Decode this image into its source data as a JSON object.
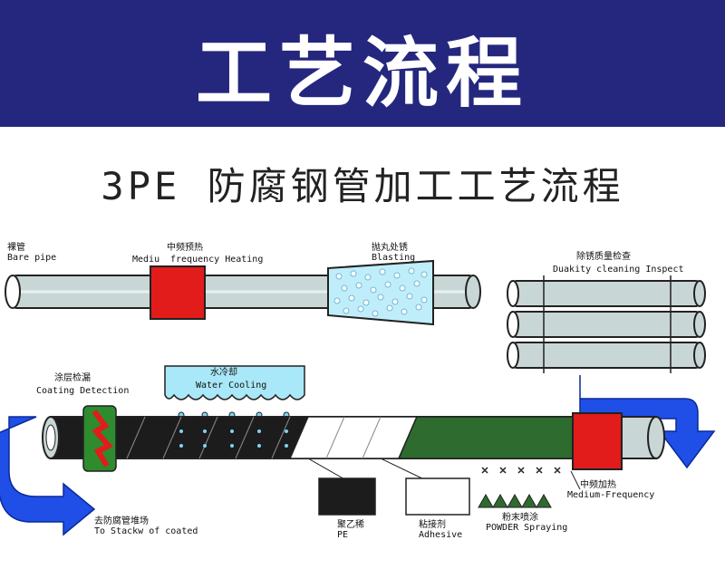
{
  "header": {
    "title": "工艺流程",
    "subtitle": "3PE 防腐钢管加工工艺流程"
  },
  "steps": {
    "bare_pipe": {
      "zh": "裸管",
      "en": "Bare pipe"
    },
    "heating_top": {
      "zh": "中频预热",
      "en_part1": "Mediu",
      "en_part2": "frequency Heating"
    },
    "blasting": {
      "zh": "抛丸处锈",
      "en": "Blasting"
    },
    "inspect": {
      "zh": "除锈质量检查",
      "en": "Duakity cleaning Inspect"
    },
    "water_cooling": {
      "zh": "水冷却",
      "en": "Water Cooling"
    },
    "coating_detection": {
      "zh": "涂层检漏",
      "en": "Coating Detection"
    },
    "to_stack": {
      "zh": "去防腐管堆场",
      "en": "To Stackw of coated"
    },
    "pe": {
      "zh": "聚乙稀",
      "en": "PE"
    },
    "adhesive": {
      "zh": "粘接剂",
      "en": "Adhesive"
    },
    "powder": {
      "zh": "粉末喷涂",
      "en": "POWDER Spraying"
    },
    "medium_frequency": {
      "zh": "中频加热",
      "en": "Medium-Frequency"
    }
  },
  "colors": {
    "banner": "#24277d",
    "heater": "#e21b1b",
    "arrow": "#1f4fe6",
    "pipe": "#c9d6d6",
    "coating_dark": "#1f3a1f",
    "powder_green": "#2e6b2e",
    "water": "#a8e8f8"
  }
}
